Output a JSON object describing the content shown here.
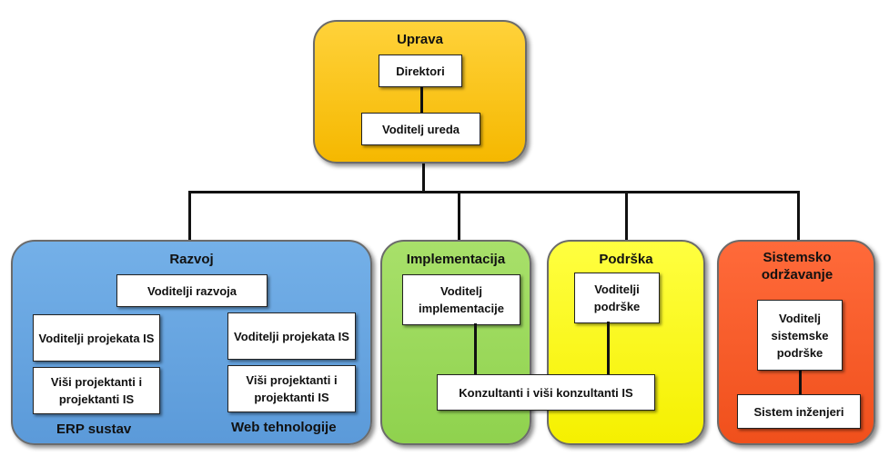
{
  "uprava": {
    "title": "Uprava",
    "direktori": "Direktori",
    "voditelj_ureda": "Voditelj ureda"
  },
  "razvoj": {
    "title": "Razvoj",
    "voditelji_razvoja": "Voditelji razvoja",
    "erp": {
      "voditelji_projekata": "Voditelji projekata IS",
      "visi_projektanti": "Viši projektanti i projektanti IS",
      "label": "ERP sustav"
    },
    "web": {
      "voditelji_projekata": "Voditelji projekata IS",
      "visi_projektanti": "Viši projektanti i projektanti IS",
      "label": "Web tehnologije"
    }
  },
  "implementacija": {
    "title": "Implementacija",
    "voditelj": "Voditelj implementacije"
  },
  "podrska": {
    "title": "Podrška",
    "voditelji": "Voditelji podrške"
  },
  "konzultanti": "Konzultanti i viši konzultanti IS",
  "sistemsko": {
    "title": "Sistemsko održavanje",
    "voditelj": "Voditelj sistemske podrške",
    "inzenjeri": "Sistem inženjeri"
  },
  "colors": {
    "uprava": "#f5b800",
    "razvoj": "#5b9ad9",
    "implementacija": "#8fd24e",
    "podrska": "#f5f000",
    "sistemsko": "#f0501c"
  }
}
